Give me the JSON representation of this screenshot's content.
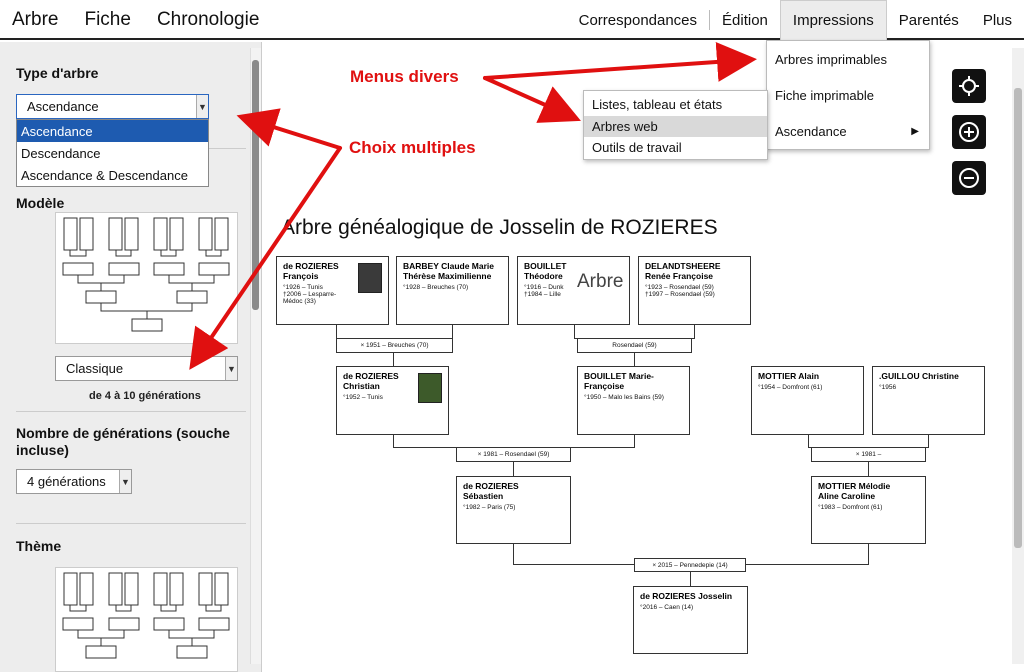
{
  "topnav": {
    "left": [
      "Arbre",
      "Fiche",
      "Chronologie"
    ],
    "right": [
      "Correspondances",
      "Édition",
      "Impressions",
      "Parentés",
      "Plus"
    ]
  },
  "sidebar": {
    "type_heading": "Type d'arbre",
    "type_select_value": "Ascendance",
    "type_options": [
      "Ascendance",
      "Descendance",
      "Ascendance & Descendance"
    ],
    "model_heading": "Modèle",
    "model_select_value": "Classique",
    "model_note": "de 4 à 10 générations",
    "gen_heading": "Nombre de générations (souche incluse)",
    "gen_select_value": "4 générations",
    "theme_heading": "Thème"
  },
  "menus": {
    "impressions": [
      "Arbres imprimables",
      "Fiche imprimable",
      "Ascendance"
    ],
    "submenu": [
      "Listes, tableau et états",
      "Arbres web",
      "Outils de travail"
    ]
  },
  "annotations": {
    "menus_divers": "Menus divers",
    "choix_multiples": "Choix multiples",
    "arrow_color": "#e01010"
  },
  "tree": {
    "title": "Arbre généalogique de Josselin de ROZIERES",
    "overlay_word": "Arbre",
    "gen4": [
      {
        "name1": "de ROZIERES",
        "name2": "François",
        "d1": "°1926 – Tunis",
        "d2": "†2006 – Lesparre-",
        "d3": "Médoc (33)"
      },
      {
        "name1": "BARBEY Claude Marie",
        "name2": "Thérèse Maximilienne",
        "d1": "°1928 – Breuches (70)",
        "d2": "",
        "d3": ""
      },
      {
        "name1": "BOUILLET",
        "name2": "Théodore",
        "d1": "°1916 – Dunk",
        "d2": "†1984 – Lille",
        "d3": ""
      },
      {
        "name1": "DELANDTSHEERE",
        "name2": "Renée Françoise",
        "d1": "°1923 – Rosendael (59)",
        "d2": "†1997 – Rosendael (59)",
        "d3": ""
      }
    ],
    "marr4": [
      "× 1951 – Breuches (70)",
      "Rosendael (59)"
    ],
    "gen3": [
      {
        "name1": "de ROZIERES",
        "name2": "Christian",
        "d1": "°1952 – Tunis"
      },
      {
        "name1": "BOUILLET Marie-",
        "name2": "Françoise",
        "d1": "°1950 – Malo les Bains (59)"
      },
      {
        "name1": "MOTTIER Alain",
        "name2": "",
        "d1": "°1954 – Domfront (61)"
      },
      {
        "name1": ".GUILLOU Christine",
        "name2": "",
        "d1": "°1956"
      }
    ],
    "marr3": [
      "× 1981 – Rosendael (59)",
      "× 1981 –"
    ],
    "gen2": [
      {
        "name1": "de ROZIERES",
        "name2": "Sébastien",
        "d1": "°1982 – Paris (75)"
      },
      {
        "name1": "MOTTIER Mélodie",
        "name2": "Aline Caroline",
        "d1": "°1983 – Domfront (61)"
      }
    ],
    "marr2": "× 2015 – Pennedepie (14)",
    "root": {
      "name1": "de ROZIERES Josselin",
      "d1": "°2016 – Caen (14)"
    }
  }
}
